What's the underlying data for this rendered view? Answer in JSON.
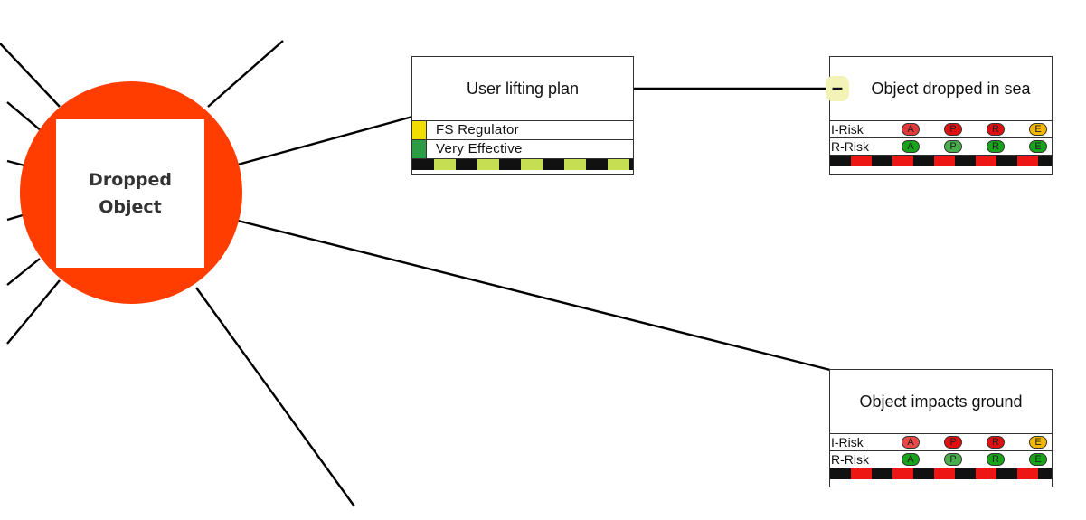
{
  "hazard": {
    "title": "Dropped\nObject",
    "color": "#ff3d00"
  },
  "barrier": {
    "title": "User lifting plan",
    "attributes": [
      {
        "label": "FS Regulator",
        "color": "#f2dd00"
      },
      {
        "label": "Very Effective",
        "color": "#2e9b45"
      }
    ],
    "stripe_colors": [
      "#111111",
      "#c6df52"
    ]
  },
  "consequences": [
    {
      "title": "Object dropped in sea",
      "collapse_symbol": "–",
      "risks": [
        {
          "label": "I-Risk",
          "cells": [
            {
              "letter": "A",
              "color": "#e23a3a"
            },
            {
              "letter": "P",
              "color": "#e01010"
            },
            {
              "letter": "R",
              "color": "#e01010"
            },
            {
              "letter": "E",
              "color": "#f2b800"
            }
          ]
        },
        {
          "label": "R-Risk",
          "cells": [
            {
              "letter": "A",
              "color": "#17a31a"
            },
            {
              "letter": "P",
              "color": "#48ad4c"
            },
            {
              "letter": "R",
              "color": "#17a31a"
            },
            {
              "letter": "E",
              "color": "#17a31a"
            }
          ]
        }
      ]
    },
    {
      "title": "Object impacts ground",
      "risks": [
        {
          "label": "I-Risk",
          "cells": [
            {
              "letter": "A",
              "color": "#e84a4a"
            },
            {
              "letter": "P",
              "color": "#e01010"
            },
            {
              "letter": "R",
              "color": "#e01010"
            },
            {
              "letter": "E",
              "color": "#f2b800"
            }
          ]
        },
        {
          "label": "R-Risk",
          "cells": [
            {
              "letter": "A",
              "color": "#17a31a"
            },
            {
              "letter": "P",
              "color": "#48ad4c"
            },
            {
              "letter": "R",
              "color": "#17a31a"
            },
            {
              "letter": "E",
              "color": "#17a31a"
            }
          ]
        }
      ]
    }
  ]
}
